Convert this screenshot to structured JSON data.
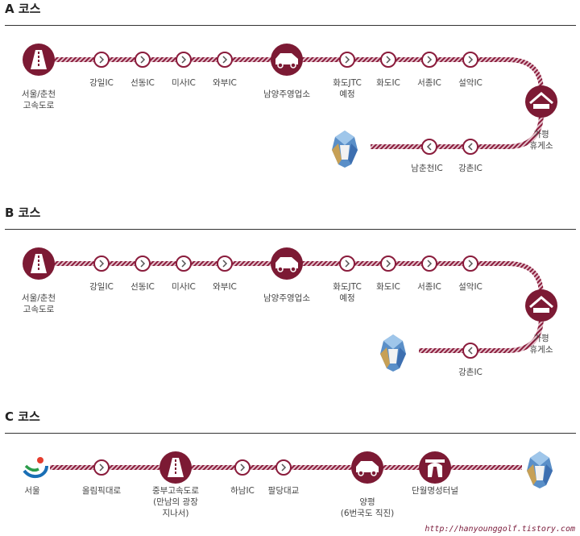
{
  "colors": {
    "route": "#8a1c3c",
    "route_light": "#c98ea0",
    "node_fill": "#7c1a34",
    "chevron_ring": "#8a1c3c"
  },
  "sections": {
    "A": {
      "title": "A 코스",
      "labels": {
        "start": [
          "서울/춘천",
          "고속도로"
        ],
        "ic1": "강일IC",
        "ic2": "선동IC",
        "ic3": "미사IC",
        "ic4": "와부IC",
        "office": "남양주영업소",
        "ic5": [
          "화도JTC",
          "예정"
        ],
        "ic6": "화도IC",
        "ic7": "서종IC",
        "ic8": "설악IC",
        "rest": [
          "가평",
          "휴게소"
        ],
        "ic9": "강촌IC",
        "ic10": "남춘천IC"
      }
    },
    "B": {
      "title": "B 코스",
      "labels": {
        "start": [
          "서울/춘천",
          "고속도로"
        ],
        "ic1": "강일IC",
        "ic2": "선동IC",
        "ic3": "미사IC",
        "ic4": "와부IC",
        "office": "남양주영업소",
        "ic5": [
          "화도JTC",
          "예정"
        ],
        "ic6": "화도IC",
        "ic7": "서종IC",
        "ic8": "설악IC",
        "rest": [
          "가평",
          "휴게소"
        ],
        "ic9": "강촌IC"
      }
    },
    "C": {
      "title": "C 코스",
      "labels": {
        "start": "서울",
        "c1": "올림픽대로",
        "c2": [
          "중부고속도로",
          "(만남의 광장",
          "지나서)"
        ],
        "c3": "하남IC",
        "c4": "팔당대교",
        "c5": [
          "양평",
          "(6번국도 직진)"
        ],
        "c6": "단월명성터널"
      }
    }
  },
  "watermark": "http://hanyounggolf.tistory.com"
}
